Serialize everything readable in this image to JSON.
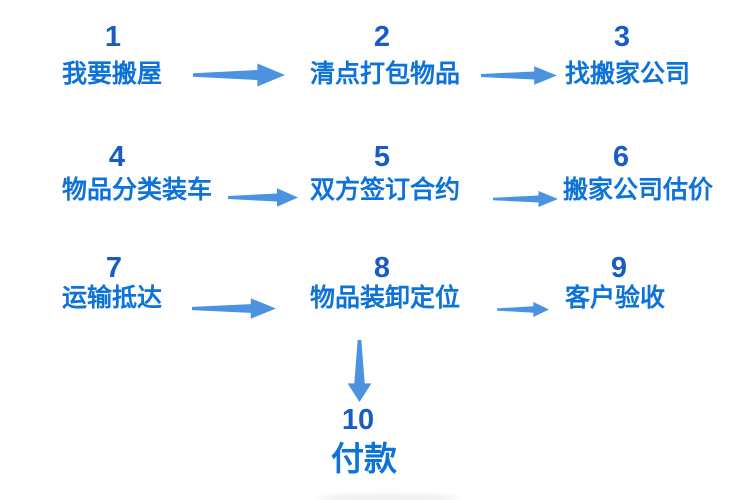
{
  "flowchart": {
    "steps": [
      {
        "number": "1",
        "label": "我要搬屋"
      },
      {
        "number": "2",
        "label": "清点打包物品"
      },
      {
        "number": "3",
        "label": "找搬家公司"
      },
      {
        "number": "4",
        "label": "物品分类装车"
      },
      {
        "number": "5",
        "label": "双方签订合约"
      },
      {
        "number": "6",
        "label": "搬家公司估价"
      },
      {
        "number": "7",
        "label": "运输抵达"
      },
      {
        "number": "8",
        "label": "物品装卸定位"
      },
      {
        "number": "9",
        "label": "客户验收"
      },
      {
        "number": "10",
        "label": "付款"
      }
    ],
    "icons": {
      "right_arrow": "right-arrow-icon",
      "down_arrow": "down-arrow-icon"
    },
    "colors": {
      "step_number": "#1a5cc2",
      "step_label": "#0e73d9",
      "arrow": "#4b93e0",
      "background": "#ffffff"
    }
  }
}
